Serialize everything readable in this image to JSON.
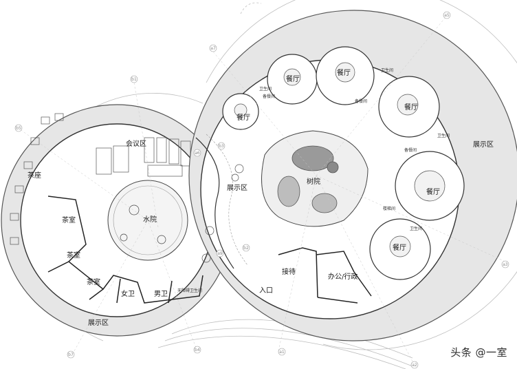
{
  "rooms": {
    "meeting": "会议区",
    "tea_seating": "茶座",
    "tea_room_1": "茶室",
    "tea_room_2": "茶室",
    "tea_room_3": "茶室",
    "water_court": "水院",
    "exhibition_mid": "展示区",
    "tree_court": "树院",
    "women_wc": "女卫",
    "men_wc": "男卫",
    "accessible_wc": "无障碍卫生间",
    "exhibition_bottom": "展示区",
    "entrance": "入口",
    "reception": "接待",
    "office": "办公/行政",
    "exhibition_right": "展示区",
    "dining_1": "餐厅",
    "dining_2": "餐厅",
    "dining_3": "餐厅",
    "dining_4": "餐厅",
    "dining_5": "餐厅",
    "dining_6": "餐厅"
  },
  "small_labels": {
    "wc1": "卫生间",
    "wc2": "卫生间",
    "wc3": "卫生间",
    "wc4": "卫生间",
    "prep1": "备餐间",
    "prep2": "备餐间",
    "prep3": "备餐间",
    "stair": "楼梯间"
  },
  "axes": [
    "a5",
    "a7",
    "b1",
    "b5",
    "a6",
    "b3",
    "b2",
    "a9",
    "a3",
    "b7",
    "b4",
    "a1",
    "a2"
  ],
  "watermark": "头条 @一室"
}
